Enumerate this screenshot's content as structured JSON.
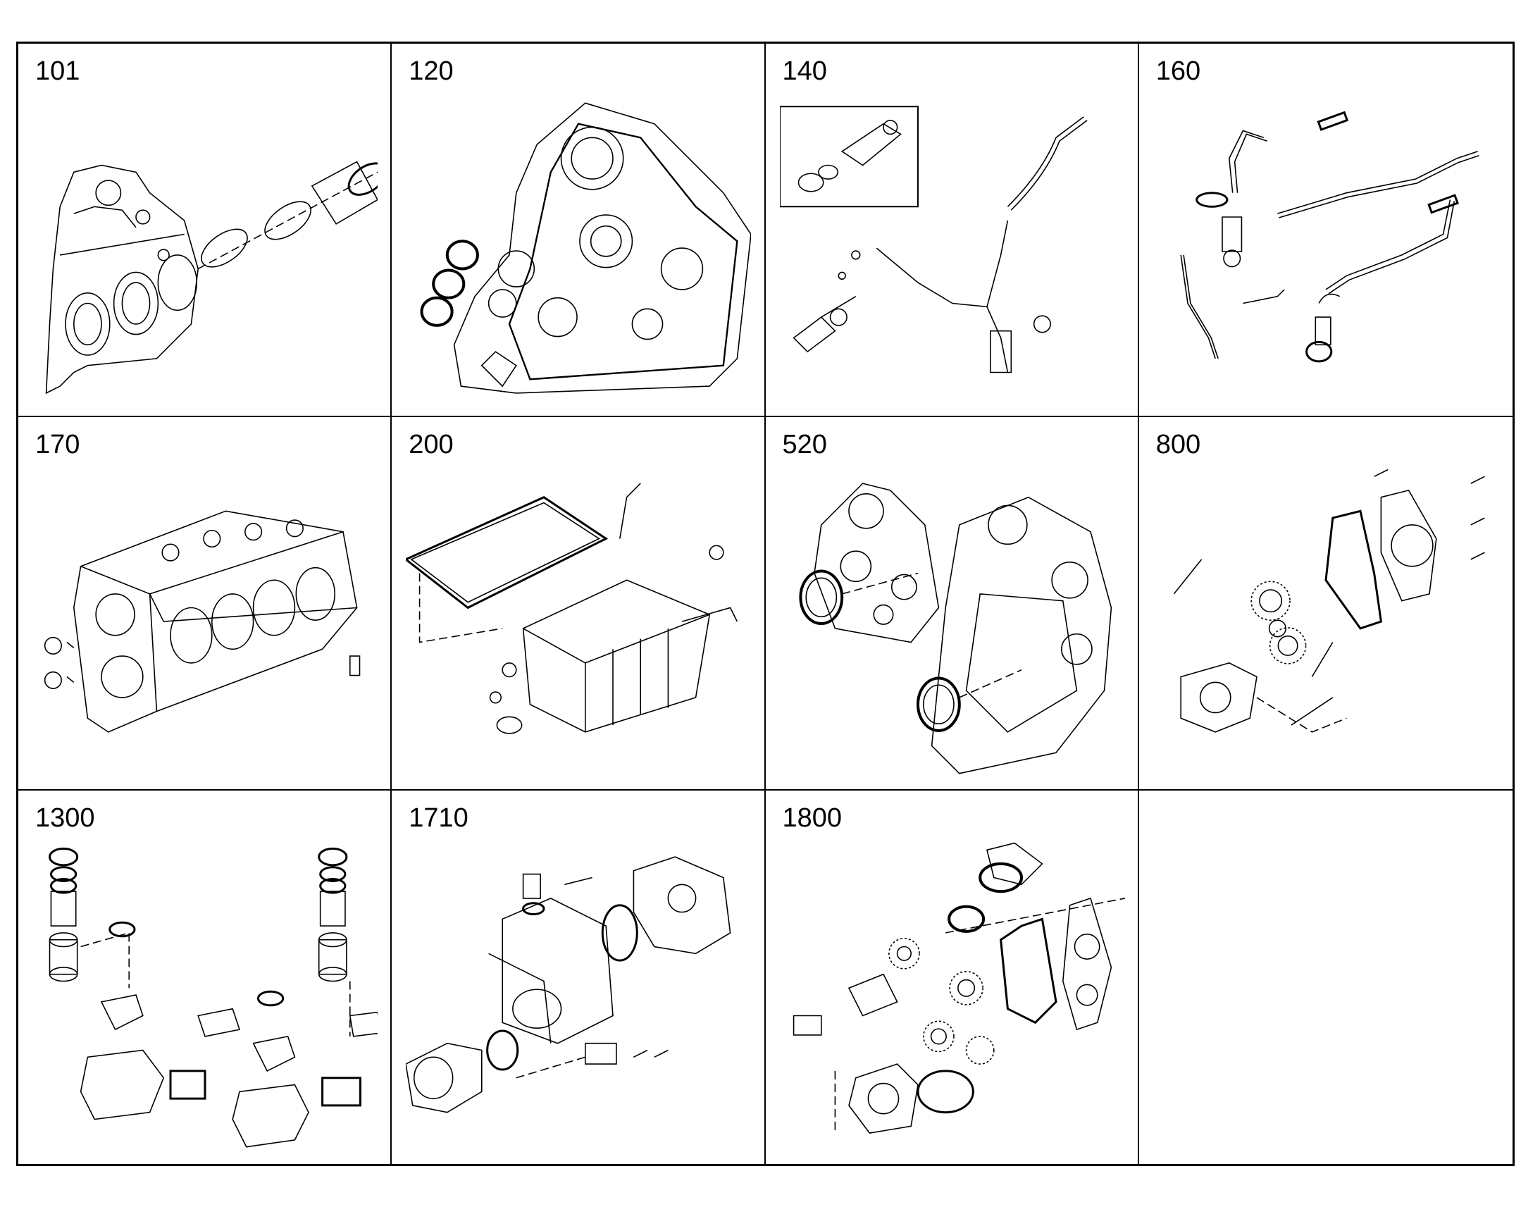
{
  "catalog": {
    "cells": [
      {
        "group": "101",
        "icon": "cylinder-liner-icon"
      },
      {
        "group": "120",
        "icon": "timing-case-icon"
      },
      {
        "group": "140",
        "icon": "injector-line-icon"
      },
      {
        "group": "160",
        "icon": "coolant-pipes-icon"
      },
      {
        "group": "170",
        "icon": "engine-block-icon"
      },
      {
        "group": "200",
        "icon": "oil-pan-icon"
      },
      {
        "group": "520",
        "icon": "flywheel-housing-icon"
      },
      {
        "group": "800",
        "icon": "gear-drive-icon"
      },
      {
        "group": "1300",
        "icon": "fuel-filter-icon"
      },
      {
        "group": "1710",
        "icon": "compressor-icon"
      },
      {
        "group": "1800",
        "icon": "pto-drive-icon"
      },
      {
        "group": "",
        "icon": ""
      }
    ]
  }
}
